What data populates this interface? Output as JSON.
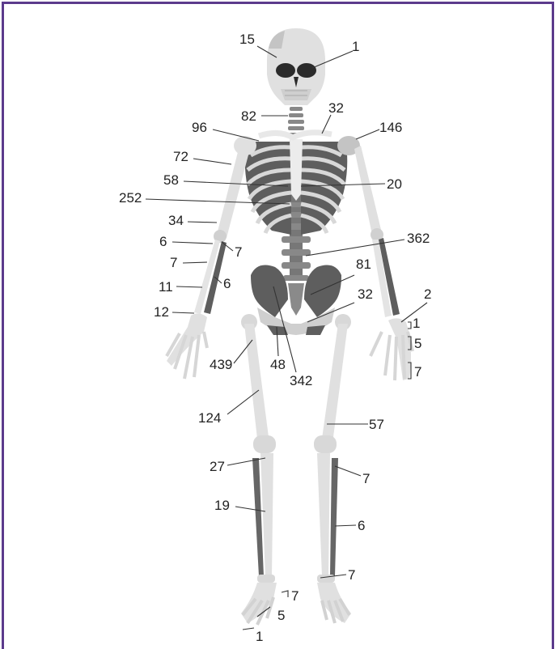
{
  "colors": {
    "frame": "#5c3b8c",
    "bone_light": "#e0e0e0",
    "bone_mid": "#c4c4c4",
    "bone_dark": "#666666",
    "leader": "#333333",
    "label_text": "#222222"
  },
  "labels": {
    "skull_top": "15",
    "skull_face": "1",
    "cervical": "82",
    "clavicle": "32",
    "scapula": "96",
    "shoulder_right": "146",
    "humerus": "72",
    "sternum": "58",
    "sternum_right": "20",
    "ribs": "252",
    "elbow": "34",
    "radius_top": "6",
    "radius_top_right": "7",
    "ulna_mid": "7",
    "forearm_bottom": "11",
    "radius_low": "6",
    "wrist": "12",
    "lumbar": "362",
    "ilium": "81",
    "hand_right": "2",
    "sacrum": "32",
    "carpals": "1",
    "metacarpals": "5",
    "phalanges": "7",
    "hip": "439",
    "pubis": "48",
    "pelvis_center": "342",
    "femur": "124",
    "femur_right": "57",
    "knee": "27",
    "fibula_top": "7",
    "tibia": "19",
    "fibula": "6",
    "ankle": "7",
    "foot_tarsals": "7",
    "foot_metatarsals": "5",
    "foot_toes": "1"
  }
}
